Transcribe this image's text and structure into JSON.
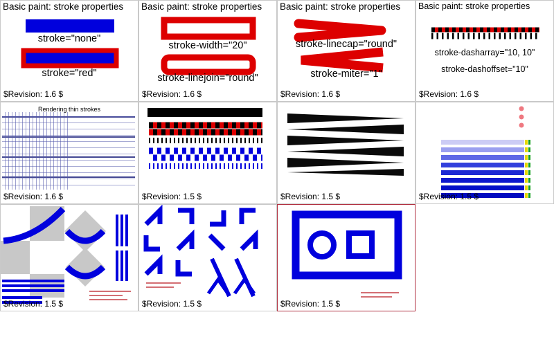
{
  "page": {
    "background": "#ffffff"
  },
  "colors": {
    "stroke_blue": "#0000dd",
    "stroke_red": "#dd0000",
    "grid_border": "#c9c9c9",
    "selected_border": "#b03040",
    "bar_shades": [
      "#ccccf5",
      "#9a9ff0",
      "#5e68e6",
      "#3240dc",
      "#1b28d4",
      "#0d18cd",
      "#0410c8",
      "#000ac0"
    ],
    "tick_yellow": "#e6d800",
    "tick_green": "#15a01f",
    "dot_red": "#ef7880"
  },
  "cells": [
    {
      "title": "Basic paint: stroke properties",
      "label1": "stroke=\"none\"",
      "label2": "stroke=\"red\"",
      "revision": "$Revision: 1.6 $"
    },
    {
      "title": "Basic paint: stroke properties",
      "label1": "stroke-width=\"20\"",
      "label2": "stroke-linejoin=\"round\"",
      "revision": "$Revision: 1.6 $"
    },
    {
      "title": "Basic paint: stroke properties",
      "label1": "stroke-linecap=\"round\"",
      "label2": "stroke-miter=\"1\"",
      "revision": "$Revision: 1.6 $"
    },
    {
      "title": "Basic paint: stroke properties",
      "label1": "stroke-dasharray=\"10, 10\"",
      "label2": "stroke-dashoffset=\"10\"",
      "revision": "$Revision: 1.6 $"
    },
    {
      "heading": "Rendering thin strokes",
      "revision": "$Revision: 1.6 $"
    },
    {
      "revision": "$Revision: 1.5 $"
    },
    {
      "revision": "$Revision: 1.5 $"
    },
    {
      "revision": "$Revision: 1.5 $"
    },
    {
      "revision": "$Revision: 1.5 $"
    },
    {
      "revision": "$Revision: 1.5 $"
    },
    {
      "revision": "$Revision: 1.5 $"
    }
  ]
}
